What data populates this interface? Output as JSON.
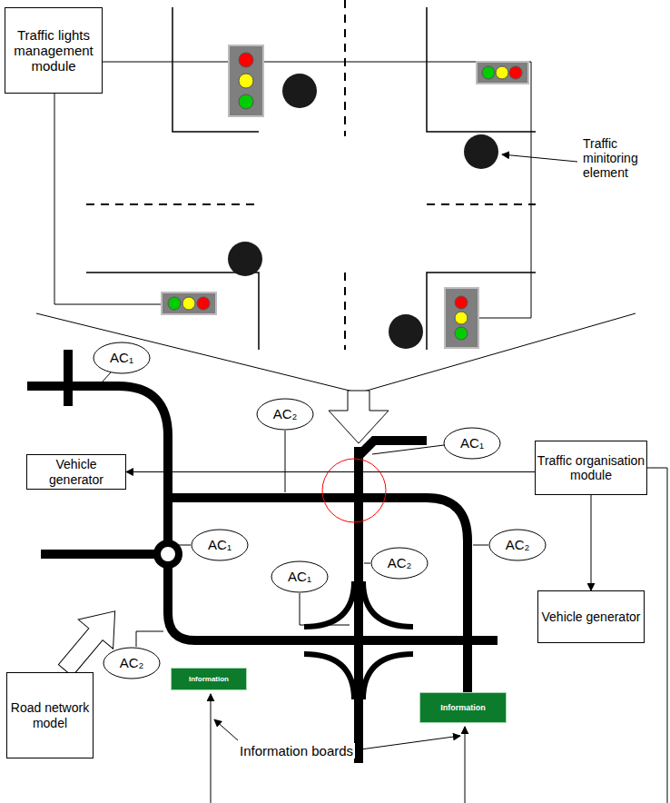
{
  "diagram": {
    "nodes": [
      {
        "text": [
          "Traffic lights management module"
        ]
      },
      {
        "text": [
          "AC₁"
        ]
      },
      {
        "text": [
          "AC₂"
        ]
      },
      {
        "text": [
          "Vehicle generator"
        ]
      },
      {
        "text": [
          "AC₁"
        ]
      },
      {
        "text": [
          "Traffic organisation module"
        ]
      },
      {
        "text": [
          "AC₁"
        ]
      },
      {
        "text": [
          "AC₂"
        ]
      },
      {
        "text": [
          "AC₂"
        ]
      },
      {
        "text": [
          "AC₁"
        ]
      },
      {
        "text": [
          "Vehicle generator"
        ]
      },
      {
        "text": [
          "AC₂"
        ]
      },
      {
        "text": [
          "Information"
        ]
      },
      {
        "text": [
          "Information"
        ]
      },
      {
        "text": [
          "Road network model"
        ]
      }
    ],
    "edges": [
      {
        "from": 5,
        "to": 3,
        "arrow": "to"
      },
      {
        "from": 5,
        "to": 10,
        "arrow": "to"
      }
    ],
    "labels": [
      "Traffic minitoring element",
      "Information boards"
    ]
  }
}
